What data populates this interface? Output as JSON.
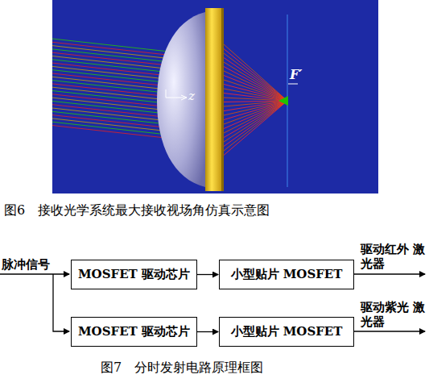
{
  "diagram": {
    "nodes": [
      {
        "text": [
          "MOSFET 驱动芯片"
        ]
      },
      {
        "text": [
          "小型贴片 MOSFET"
        ]
      },
      {
        "text": [
          "MOSFET 驱动芯片"
        ]
      },
      {
        "text": [
          "小型贴片 MOSFET"
        ]
      }
    ],
    "edges": [
      {
        "from": 0,
        "to": 1,
        "arrow": "to"
      },
      {
        "from": 2,
        "to": 3,
        "arrow": "to"
      }
    ],
    "labels": [
      "z",
      "F′",
      "图6　接收光学系统最大接收视场角仿真示意图",
      "脉冲信号",
      "驱动红外 激光器",
      "驱动紫光 激光器",
      "图7　分时发射电路原理框图"
    ]
  }
}
